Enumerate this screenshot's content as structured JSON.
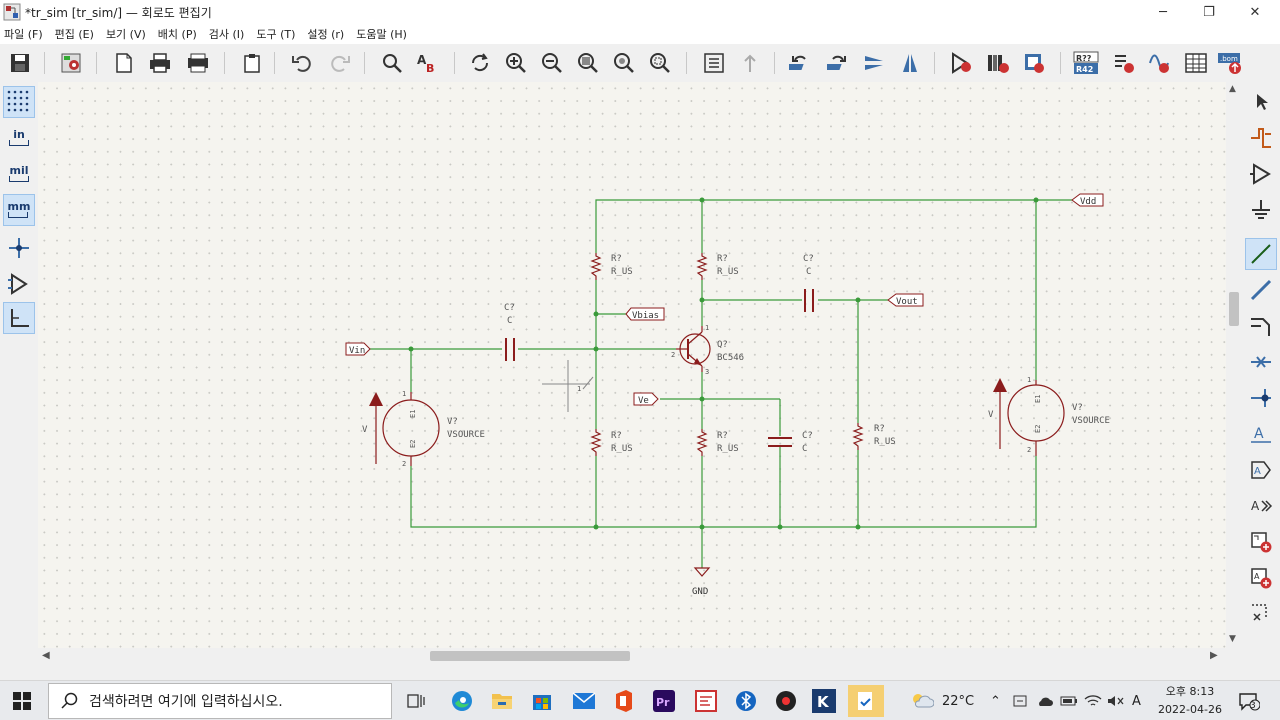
{
  "window": {
    "title": "*tr_sim [tr_sim/] — 회로도 편집기",
    "minimize": "─",
    "restore": "❐",
    "close": "✕"
  },
  "menu": [
    "파일 (F)",
    "편집 (E)",
    "보기 (V)",
    "배치 (P)",
    "검사 (I)",
    "도구 (T)",
    "설정 (r)",
    "도움말 (H)"
  ],
  "left_toolbar": {
    "unit_in": "in",
    "unit_mil": "mil",
    "unit_mm": "mm"
  },
  "schematic": {
    "net_labels": {
      "vdd": "Vdd",
      "vout": "Vout",
      "vbias": "Vbias",
      "vin": "Vin",
      "ve": "Ve",
      "gnd": "GND"
    },
    "resistors": [
      {
        "ref": "R?",
        "value": "R_US"
      },
      {
        "ref": "R?",
        "value": "R_US"
      },
      {
        "ref": "R?",
        "value": "R_US"
      },
      {
        "ref": "R?",
        "value": "R_US"
      },
      {
        "ref": "R?",
        "value": "R_US"
      }
    ],
    "capacitors": [
      {
        "ref": "C?",
        "value": "C"
      },
      {
        "ref": "C?",
        "value": "C"
      },
      {
        "ref": "C?",
        "value": "C"
      }
    ],
    "transistor": {
      "ref": "Q?",
      "value": "BC546",
      "pin_b": "2",
      "pin_c": "1",
      "pin_e": "3"
    },
    "sources": [
      {
        "ref": "V?",
        "value": "VSOURCE",
        "arrow_label": "V",
        "pin1": "E1",
        "pin2": "E2",
        "num1": "1",
        "num2": "2"
      },
      {
        "ref": "V?",
        "value": "VSOURCE",
        "arrow_label": "V",
        "pin1": "E1",
        "pin2": "E2",
        "num1": "1",
        "num2": "2"
      }
    ],
    "cursor_pin": "1"
  },
  "taskbar": {
    "search_placeholder": "검색하려면 여기에 입력하십시오.",
    "temperature": "22°C",
    "time": "오후 8:13",
    "date": "2022-04-26",
    "ime": "A",
    "notification_count": "3"
  }
}
